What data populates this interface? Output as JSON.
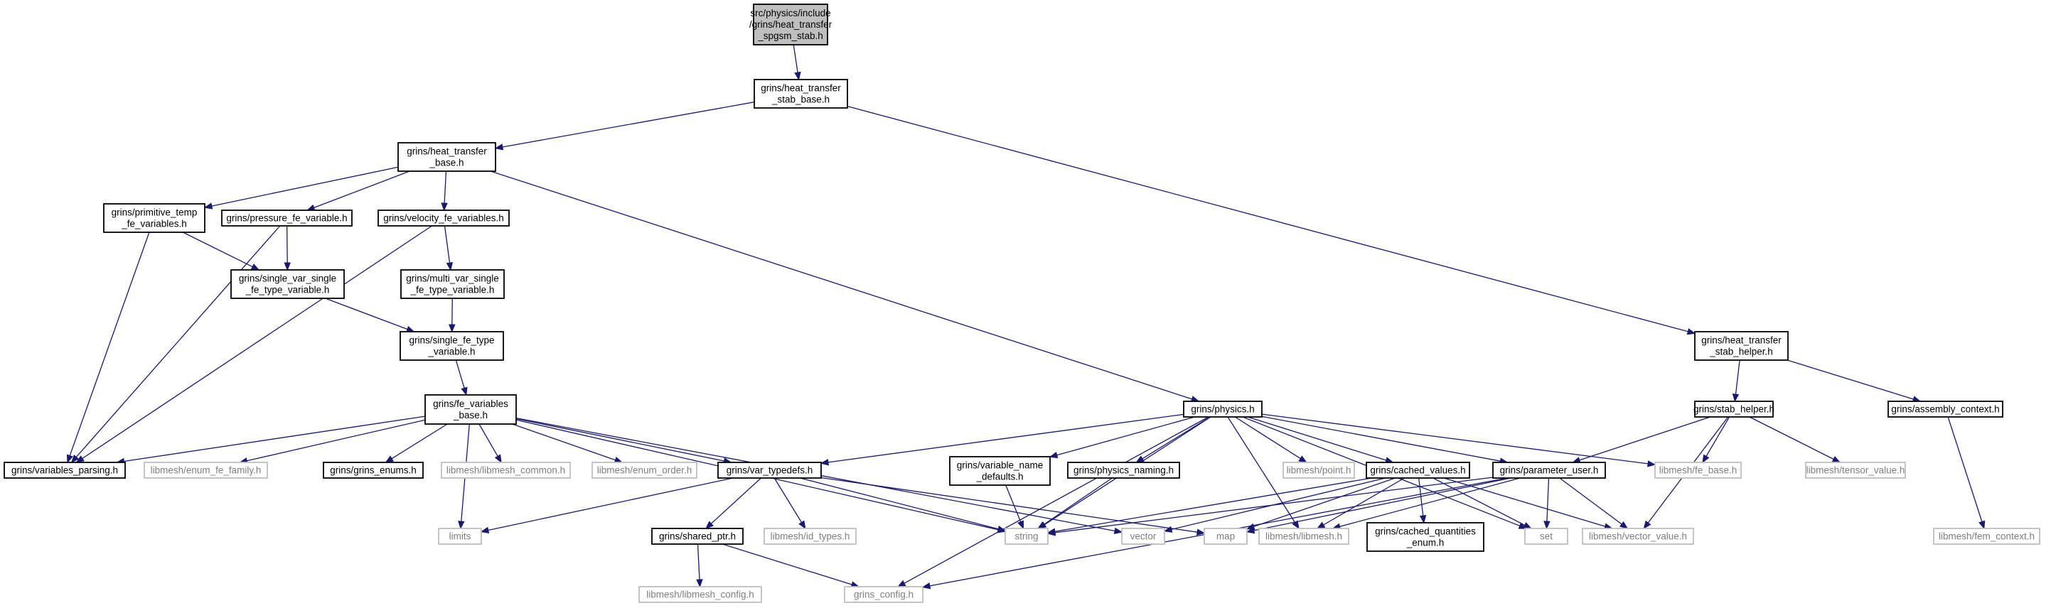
{
  "diagram": {
    "type": "include-dependency-graph",
    "colors": {
      "edge": "#191970",
      "root_fill": "#bfbfbf",
      "node_fill": "#ffffff",
      "node_border": "#000000",
      "external_border": "#bfbfbf",
      "external_text": "#7f7f7f"
    },
    "nodes": [
      {
        "id": "root",
        "lines": [
          "src/physics/include",
          "/grins/heat_transfer",
          "_spgsm_stab.h"
        ],
        "kind": "root"
      },
      {
        "id": "ht_stab_base",
        "lines": [
          "grins/heat_transfer",
          "_stab_base.h"
        ],
        "kind": "normal"
      },
      {
        "id": "ht_base",
        "lines": [
          "grins/heat_transfer",
          "_base.h"
        ],
        "kind": "normal"
      },
      {
        "id": "ht_stab_helper",
        "lines": [
          "grins/heat_transfer",
          "_stab_helper.h"
        ],
        "kind": "normal"
      },
      {
        "id": "prim_temp",
        "lines": [
          "grins/primitive_temp",
          "_fe_variables.h"
        ],
        "kind": "normal"
      },
      {
        "id": "pressure_fe",
        "lines": [
          "grins/pressure_fe_variable.h"
        ],
        "kind": "normal"
      },
      {
        "id": "velocity_fe",
        "lines": [
          "grins/velocity_fe_variables.h"
        ],
        "kind": "normal"
      },
      {
        "id": "single_var",
        "lines": [
          "grins/single_var_single",
          "_fe_type_variable.h"
        ],
        "kind": "normal"
      },
      {
        "id": "multi_var",
        "lines": [
          "grins/multi_var_single",
          "_fe_type_variable.h"
        ],
        "kind": "normal"
      },
      {
        "id": "single_fe_type",
        "lines": [
          "grins/single_fe_type",
          "_variable.h"
        ],
        "kind": "normal"
      },
      {
        "id": "fe_vars_base",
        "lines": [
          "grins/fe_variables",
          "_base.h"
        ],
        "kind": "normal"
      },
      {
        "id": "physics",
        "lines": [
          "grins/physics.h"
        ],
        "kind": "normal"
      },
      {
        "id": "stab_helper",
        "lines": [
          "grins/stab_helper.h"
        ],
        "kind": "normal"
      },
      {
        "id": "assembly_ctx",
        "lines": [
          "grins/assembly_context.h"
        ],
        "kind": "normal"
      },
      {
        "id": "vars_parsing",
        "lines": [
          "grins/variables_parsing.h"
        ],
        "kind": "normal"
      },
      {
        "id": "enum_fe_family",
        "lines": [
          "libmesh/enum_fe_family.h"
        ],
        "kind": "external"
      },
      {
        "id": "grins_enums",
        "lines": [
          "grins/grins_enums.h"
        ],
        "kind": "normal"
      },
      {
        "id": "libmesh_common",
        "lines": [
          "libmesh/libmesh_common.h"
        ],
        "kind": "external"
      },
      {
        "id": "enum_order",
        "lines": [
          "libmesh/enum_order.h"
        ],
        "kind": "external"
      },
      {
        "id": "var_typedefs",
        "lines": [
          "grins/var_typedefs.h"
        ],
        "kind": "normal"
      },
      {
        "id": "var_name_defaults",
        "lines": [
          "grins/variable_name",
          "_defaults.h"
        ],
        "kind": "normal"
      },
      {
        "id": "physics_naming",
        "lines": [
          "grins/physics_naming.h"
        ],
        "kind": "normal"
      },
      {
        "id": "point",
        "lines": [
          "libmesh/point.h"
        ],
        "kind": "external"
      },
      {
        "id": "cached_values",
        "lines": [
          "grins/cached_values.h"
        ],
        "kind": "normal"
      },
      {
        "id": "param_user",
        "lines": [
          "grins/parameter_user.h"
        ],
        "kind": "normal"
      },
      {
        "id": "fe_base",
        "lines": [
          "libmesh/fe_base.h"
        ],
        "kind": "external"
      },
      {
        "id": "tensor_value",
        "lines": [
          "libmesh/tensor_value.h"
        ],
        "kind": "external"
      },
      {
        "id": "fem_context",
        "lines": [
          "libmesh/fem_context.h"
        ],
        "kind": "external"
      },
      {
        "id": "limits",
        "lines": [
          "limits"
        ],
        "kind": "external"
      },
      {
        "id": "shared_ptr",
        "lines": [
          "grins/shared_ptr.h"
        ],
        "kind": "normal"
      },
      {
        "id": "id_types",
        "lines": [
          "libmesh/id_types.h"
        ],
        "kind": "external"
      },
      {
        "id": "string",
        "lines": [
          "string"
        ],
        "kind": "external"
      },
      {
        "id": "vector",
        "lines": [
          "vector"
        ],
        "kind": "external"
      },
      {
        "id": "map",
        "lines": [
          "map"
        ],
        "kind": "external"
      },
      {
        "id": "libmesh",
        "lines": [
          "libmesh/libmesh.h"
        ],
        "kind": "external"
      },
      {
        "id": "cached_qty_enum",
        "lines": [
          "grins/cached_quantities",
          "_enum.h"
        ],
        "kind": "normal"
      },
      {
        "id": "set",
        "lines": [
          "set"
        ],
        "kind": "external"
      },
      {
        "id": "vector_value",
        "lines": [
          "libmesh/vector_value.h"
        ],
        "kind": "external"
      },
      {
        "id": "libmesh_config",
        "lines": [
          "libmesh/libmesh_config.h"
        ],
        "kind": "external"
      },
      {
        "id": "grins_config",
        "lines": [
          "grins_config.h"
        ],
        "kind": "external"
      }
    ],
    "edges": [
      [
        "root",
        "ht_stab_base"
      ],
      [
        "ht_stab_base",
        "ht_base"
      ],
      [
        "ht_stab_base",
        "ht_stab_helper"
      ],
      [
        "ht_base",
        "prim_temp"
      ],
      [
        "ht_base",
        "pressure_fe"
      ],
      [
        "ht_base",
        "velocity_fe"
      ],
      [
        "ht_base",
        "physics"
      ],
      [
        "prim_temp",
        "single_var"
      ],
      [
        "prim_temp",
        "vars_parsing"
      ],
      [
        "pressure_fe",
        "single_var"
      ],
      [
        "pressure_fe",
        "vars_parsing"
      ],
      [
        "velocity_fe",
        "multi_var"
      ],
      [
        "velocity_fe",
        "vars_parsing"
      ],
      [
        "single_var",
        "single_fe_type"
      ],
      [
        "multi_var",
        "single_fe_type"
      ],
      [
        "single_fe_type",
        "fe_vars_base"
      ],
      [
        "fe_vars_base",
        "vars_parsing"
      ],
      [
        "fe_vars_base",
        "enum_fe_family"
      ],
      [
        "fe_vars_base",
        "grins_enums"
      ],
      [
        "fe_vars_base",
        "libmesh_common"
      ],
      [
        "fe_vars_base",
        "enum_order"
      ],
      [
        "fe_vars_base",
        "var_typedefs"
      ],
      [
        "fe_vars_base",
        "limits"
      ],
      [
        "fe_vars_base",
        "string"
      ],
      [
        "fe_vars_base",
        "vector"
      ],
      [
        "physics",
        "var_typedefs"
      ],
      [
        "physics",
        "var_name_defaults"
      ],
      [
        "physics",
        "physics_naming"
      ],
      [
        "physics",
        "point"
      ],
      [
        "physics",
        "cached_values"
      ],
      [
        "physics",
        "param_user"
      ],
      [
        "physics",
        "fe_base"
      ],
      [
        "physics",
        "string"
      ],
      [
        "physics",
        "libmesh"
      ],
      [
        "physics",
        "set"
      ],
      [
        "physics",
        "grins_config"
      ],
      [
        "ht_stab_helper",
        "stab_helper"
      ],
      [
        "ht_stab_helper",
        "assembly_ctx"
      ],
      [
        "stab_helper",
        "param_user"
      ],
      [
        "stab_helper",
        "fe_base"
      ],
      [
        "stab_helper",
        "tensor_value"
      ],
      [
        "stab_helper",
        "vector_value"
      ],
      [
        "assembly_ctx",
        "fem_context"
      ],
      [
        "var_typedefs",
        "limits"
      ],
      [
        "var_typedefs",
        "shared_ptr"
      ],
      [
        "var_typedefs",
        "id_types"
      ],
      [
        "var_typedefs",
        "string"
      ],
      [
        "var_typedefs",
        "map"
      ],
      [
        "shared_ptr",
        "libmesh_config"
      ],
      [
        "shared_ptr",
        "grins_config"
      ],
      [
        "var_name_defaults",
        "string"
      ],
      [
        "physics_naming",
        "string"
      ],
      [
        "cached_values",
        "string"
      ],
      [
        "cached_values",
        "vector"
      ],
      [
        "cached_values",
        "map"
      ],
      [
        "cached_values",
        "libmesh"
      ],
      [
        "cached_values",
        "cached_qty_enum"
      ],
      [
        "cached_values",
        "set"
      ],
      [
        "cached_values",
        "vector_value"
      ],
      [
        "param_user",
        "string"
      ],
      [
        "param_user",
        "map"
      ],
      [
        "param_user",
        "libmesh"
      ],
      [
        "param_user",
        "set"
      ],
      [
        "param_user",
        "vector_value"
      ],
      [
        "param_user",
        "grins_config"
      ]
    ]
  }
}
